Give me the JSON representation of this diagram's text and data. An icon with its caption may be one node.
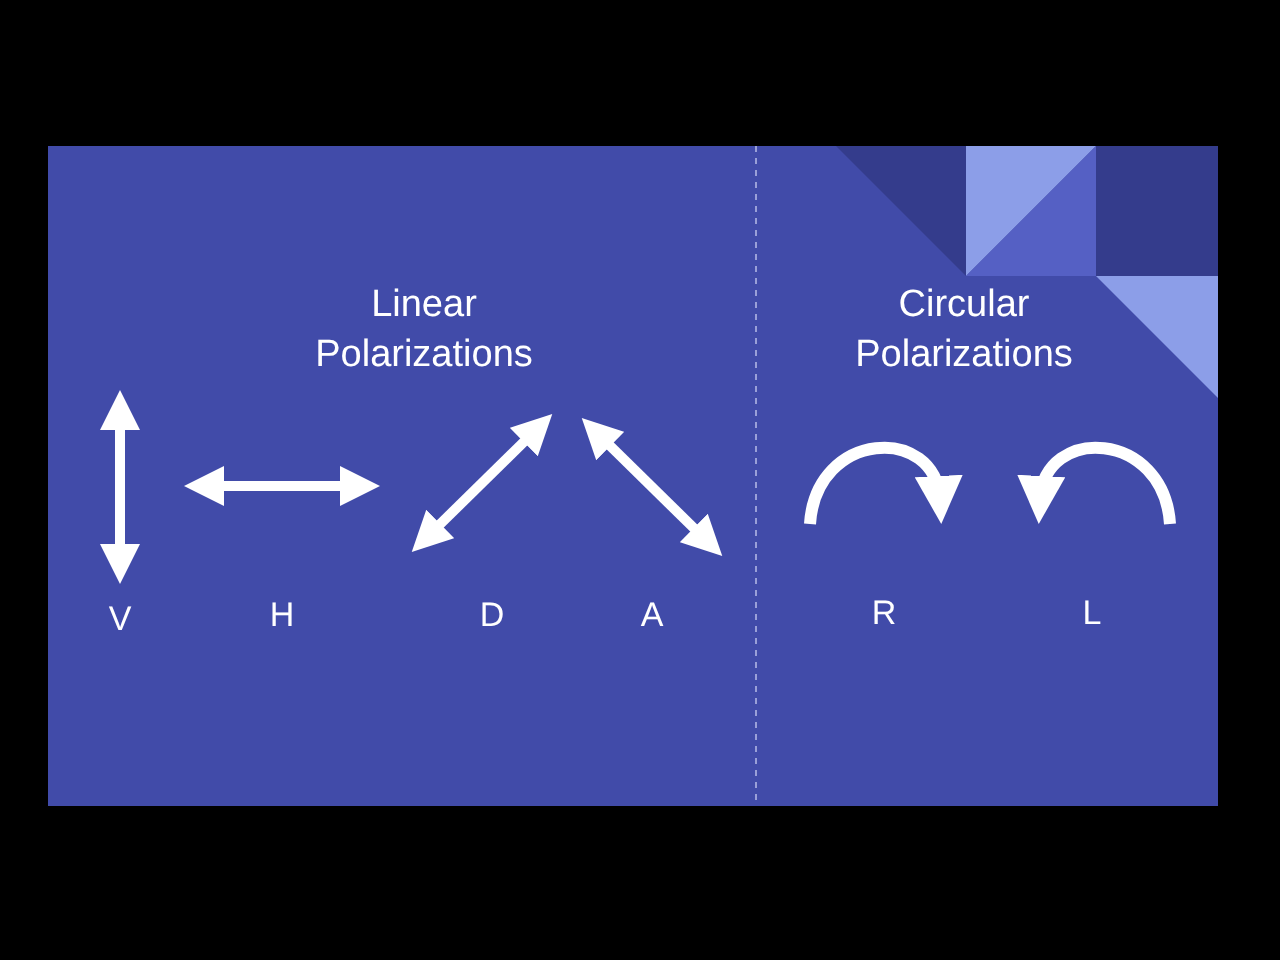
{
  "diagram": {
    "labels": [
      "Linear Polarizations",
      "Circular Polarizations",
      "V",
      "H",
      "D",
      "A",
      "R",
      "L"
    ]
  }
}
